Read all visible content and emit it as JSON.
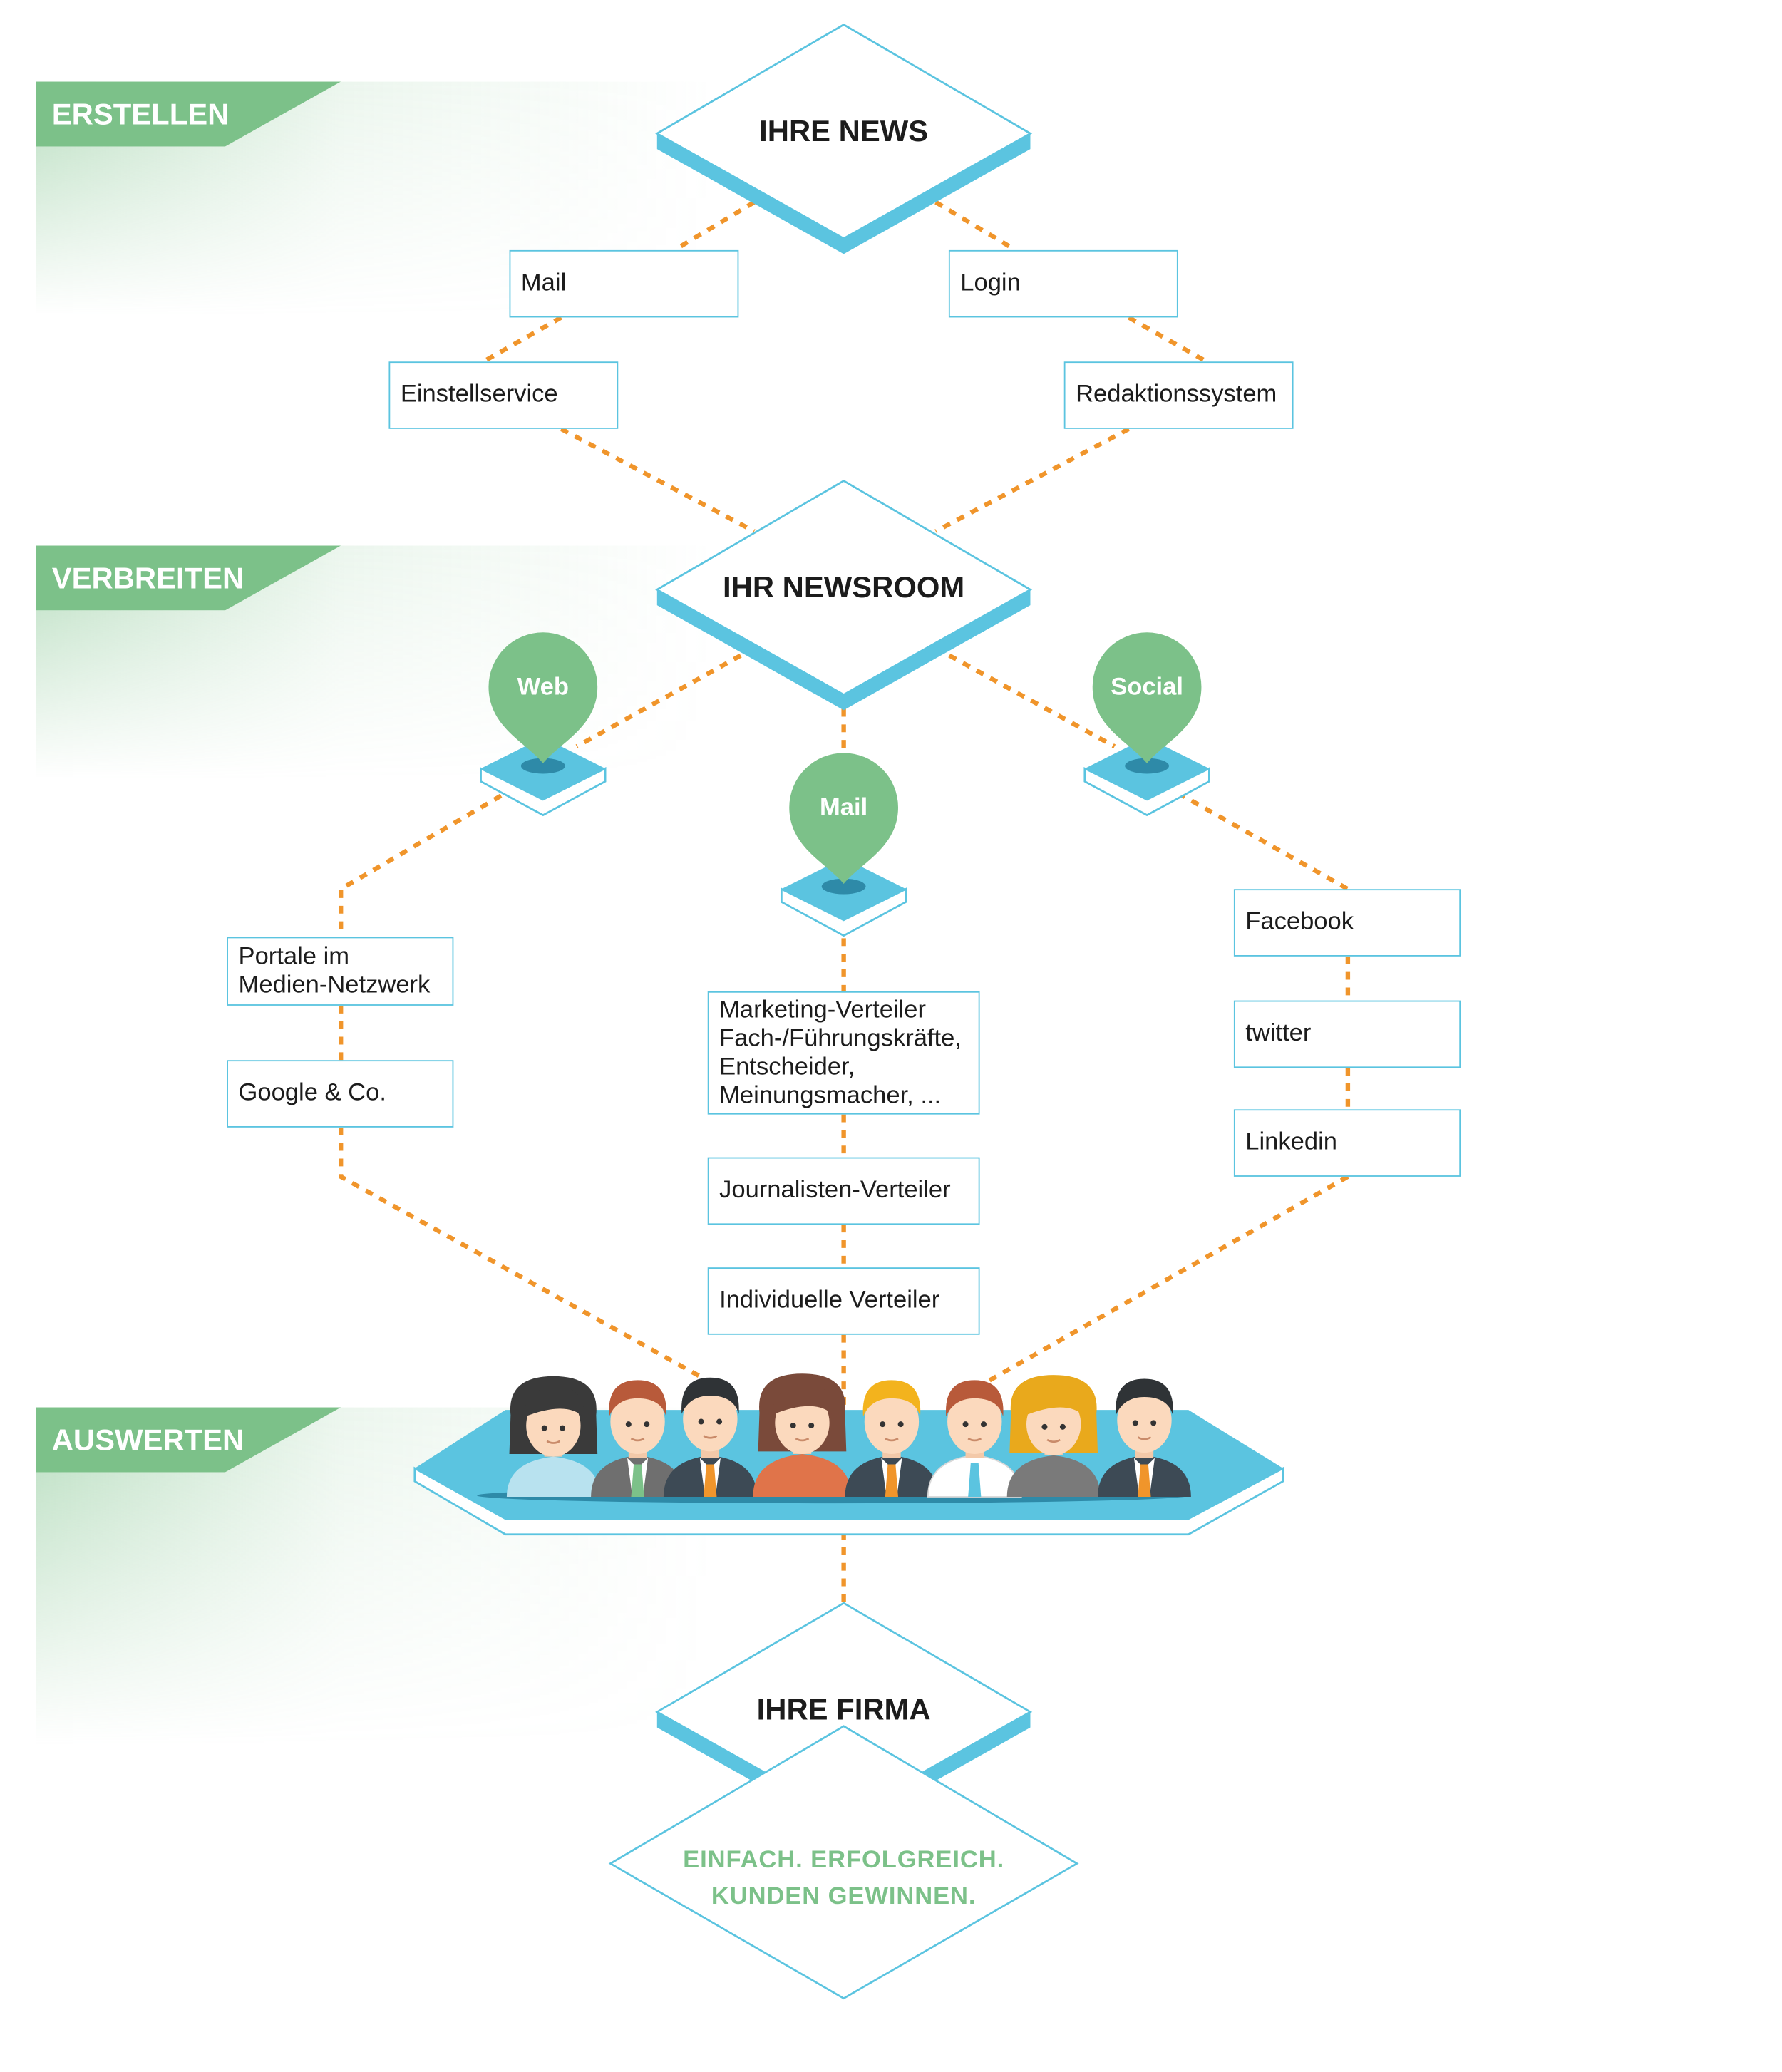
{
  "phases": {
    "create": "ERSTELLEN",
    "distribute": "VERBREITEN",
    "evaluate": "AUSWERTEN"
  },
  "nodes": {
    "news": "IHRE NEWS",
    "newsroom": "IHR NEWSROOM",
    "company": "IHRE FIRMA"
  },
  "inputs": {
    "mail": "Mail",
    "login": "Login",
    "einstellservice": "Einstellservice",
    "redaktionssystem": "Redaktionssystem"
  },
  "channels": {
    "web": "Web",
    "mail": "Mail",
    "social": "Social"
  },
  "web_targets": {
    "portale_line1": "Portale im",
    "portale_line2": "Medien-Netzwerk",
    "google": "Google & Co."
  },
  "mail_targets": {
    "marketing_line1": "Marketing-Verteiler",
    "marketing_line2": "Fach-/Führungskräfte,",
    "marketing_line3": "Entscheider,",
    "marketing_line4": "Meinungsmacher, ...",
    "journalisten": "Journalisten-Verteiler",
    "individuelle": "Individuelle Verteiler"
  },
  "social_targets": {
    "facebook": "Facebook",
    "twitter": "twitter",
    "linkedin": "Linkedin"
  },
  "slogan": {
    "line1": "EINFACH.  ERFOLGREICH.",
    "line2": "KUNDEN GEWINNEN."
  },
  "colors": {
    "accent_blue": "#5bc4e0",
    "phase_green": "#7cc189",
    "connector_orange": "#f0952b"
  }
}
